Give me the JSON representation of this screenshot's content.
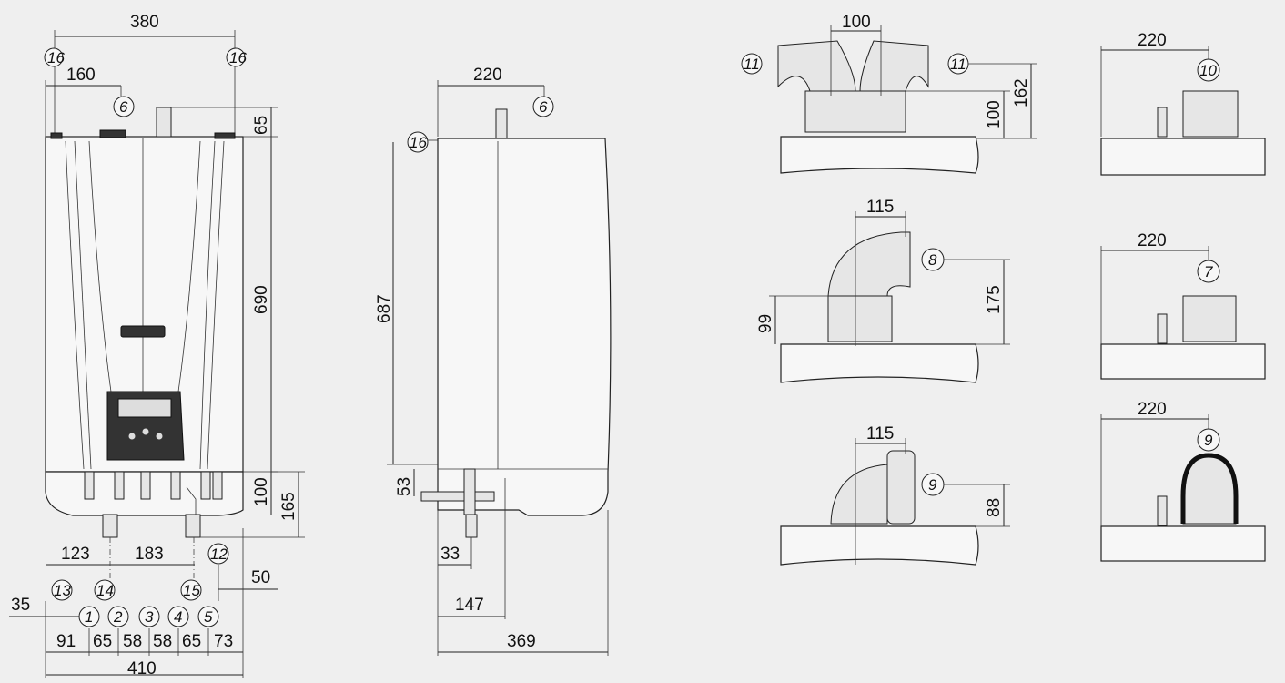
{
  "front_view": {
    "dims": {
      "top_width": "380",
      "left_offset": "160",
      "top_right": "65",
      "height_right": "690",
      "bottom_100": "100",
      "bottom_165": "165",
      "span_123": "123",
      "span_183": "183",
      "span_50": "50",
      "span_35": "35",
      "bottom_widths": [
        "91",
        "65",
        "58",
        "58",
        "65",
        "73"
      ],
      "total_width": "410"
    },
    "markers": {
      "m16_left": "16",
      "m16_right": "16",
      "m6": "6",
      "m12": "12",
      "m13": "13",
      "m14": "14",
      "m15": "15",
      "m1": "1",
      "m2": "2",
      "m3": "3",
      "m4": "4",
      "m5": "5"
    }
  },
  "side_view": {
    "dims": {
      "top_220": "220",
      "height_687": "687",
      "d53": "53",
      "d33": "33",
      "d147": "147",
      "depth_369": "369"
    },
    "markers": {
      "m16": "16",
      "m6": "6"
    }
  },
  "flue_views": {
    "twin": {
      "d100_top": "100",
      "d100_side": "100",
      "d162": "162",
      "m11_left": "11",
      "m11_right": "11"
    },
    "elbow_vertical": {
      "d115": "115",
      "d99": "99",
      "d175": "175",
      "m8": "8"
    },
    "elbow_concentric": {
      "d115": "115",
      "d88": "88",
      "m9": "9"
    },
    "right_top": {
      "d220": "220",
      "m10": "10"
    },
    "right_mid": {
      "d220": "220",
      "m7": "7"
    },
    "right_bottom": {
      "d220": "220",
      "m9": "9"
    }
  }
}
